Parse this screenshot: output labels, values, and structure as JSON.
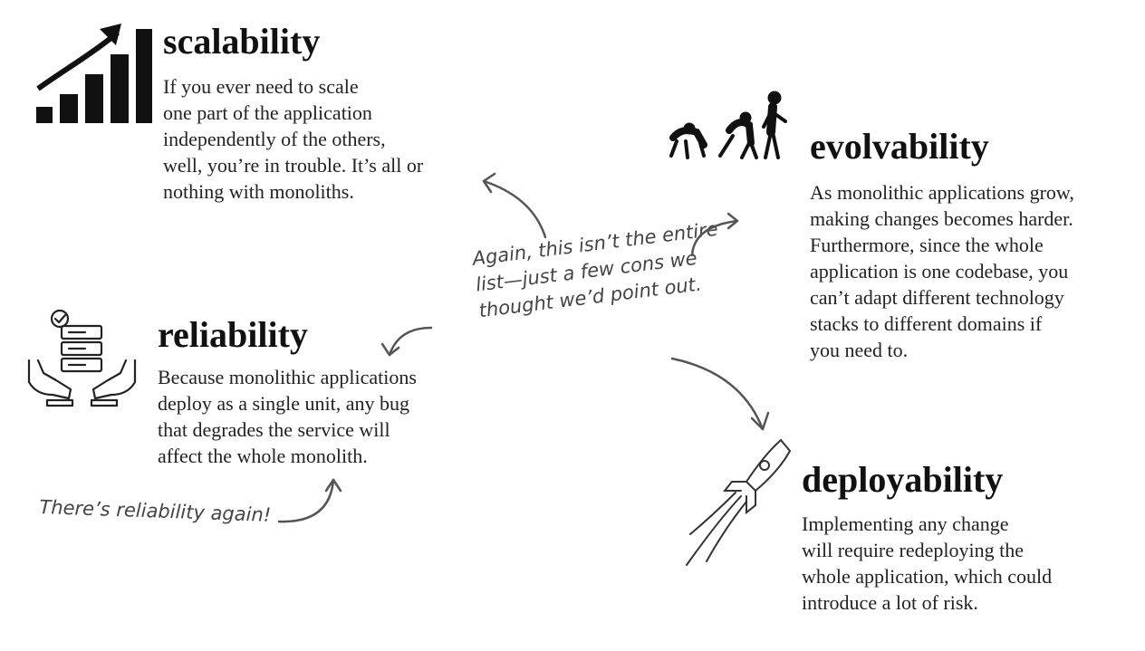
{
  "scalability": {
    "icon": "growth-chart-icon",
    "title": "scalability",
    "body": "If you ever need to scale\none part of the application\nindependently of the others,\nwell, you’re in trouble. It’s all or\nnothing with monoliths."
  },
  "evolvability": {
    "icon": "evolution-icon",
    "title": "evolvability",
    "body": "As monolithic applications grow,\nmaking changes becomes harder.\nFurthermore, since the whole\napplication is one codebase, you\ncan’t adapt different technology\nstacks to different domains if\nyou need to."
  },
  "reliability": {
    "icon": "hands-server-icon",
    "title": "reliability",
    "body": "Because monolithic applications\ndeploy as a single unit, any bug\nthat degrades the service will\naffect the whole monolith."
  },
  "deployability": {
    "icon": "rocket-icon",
    "title": "deployability",
    "body": "Implementing any change\nwill require redeploying the\nwhole application, which could\nintroduce a lot of risk."
  },
  "notes": {
    "center": "Again, this isn’t the entire\nlist—just a few cons we\nthought we’d point out.",
    "reliability_again": "There’s reliability again!"
  }
}
